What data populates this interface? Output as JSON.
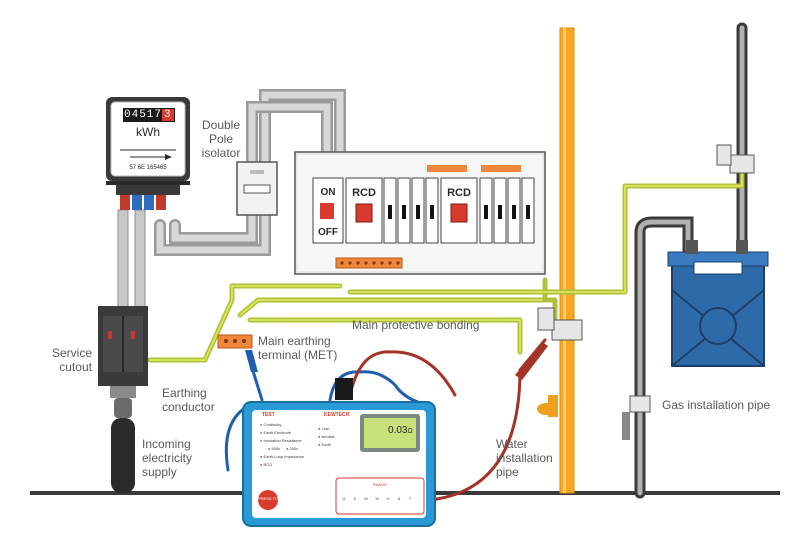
{
  "meter": {
    "reading": "04517",
    "reading_red_digit": "3",
    "unit": "kWh",
    "serial": "57 6E 165465"
  },
  "consumer_unit": {
    "on_label": "ON",
    "off_label": "OFF",
    "rcd_label_1": "RCD",
    "rcd_label_2": "RCD"
  },
  "labels": {
    "double_pole_isolator": [
      "Double",
      "Pole",
      "isolator"
    ],
    "service_cutout": [
      "Service",
      "cutout"
    ],
    "earthing_conductor": [
      "Earthing",
      "conductor"
    ],
    "incoming_supply": [
      "Incoming",
      "electricity",
      "supply"
    ],
    "met": [
      "Main earthing",
      "terminal (MET)"
    ],
    "main_bonding": "Main protective bonding",
    "water_pipe": [
      "Water",
      "installation",
      "pipe"
    ],
    "gas_pipe": "Gas installation pipe"
  },
  "tester": {
    "test_label": "TEST",
    "brand": "KEWTECH",
    "display_value": "0.03",
    "display_unit": "Ω",
    "left_options": [
      "Continuity",
      "Earth Electrode",
      "Insulation Resistance",
      "500v",
      "250v",
      "Earth Loop Impedance",
      "RCD"
    ],
    "right_options": [
      "Line",
      "Neutral",
      "Earth"
    ],
    "range_label": "RANGE",
    "range_marks": [
      "Ω",
      "K",
      "M",
      "%",
      "V",
      "A",
      "T"
    ],
    "button_label": "PRESS TO TEST"
  },
  "colors": {
    "wire_earth": "#c9d94a",
    "wire_grey": "#b9b9b9",
    "pipe_orange": "#f7a823",
    "tester_blue": "#2a9ad6",
    "lead_red": "#a33325",
    "lead_blue": "#1f5fb0"
  }
}
